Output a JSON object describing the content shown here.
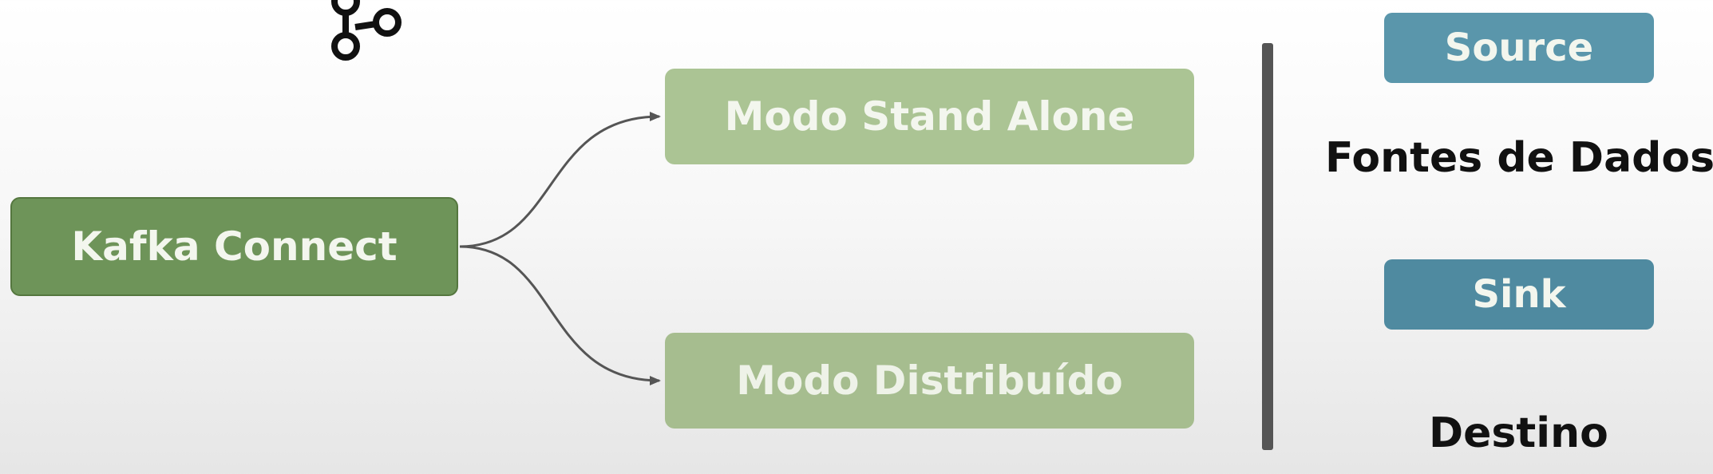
{
  "nodes": {
    "kafka_connect": "Kafka Connect",
    "standalone": "Modo Stand Alone",
    "distributed": "Modo Distribuído"
  },
  "legend": {
    "source": "Source",
    "sources_caption": "Fontes de Dados",
    "sink": "Sink",
    "sink_caption": "Destino"
  },
  "colors": {
    "kafka_box": "#6e9459",
    "mode_box": "#abc494",
    "source_box": "#5a96ab",
    "sink_box": "#4f8aa0",
    "divider": "#555555",
    "arrow": "#555555"
  },
  "icons": {
    "top_logo": "kafka-logo-icon"
  }
}
